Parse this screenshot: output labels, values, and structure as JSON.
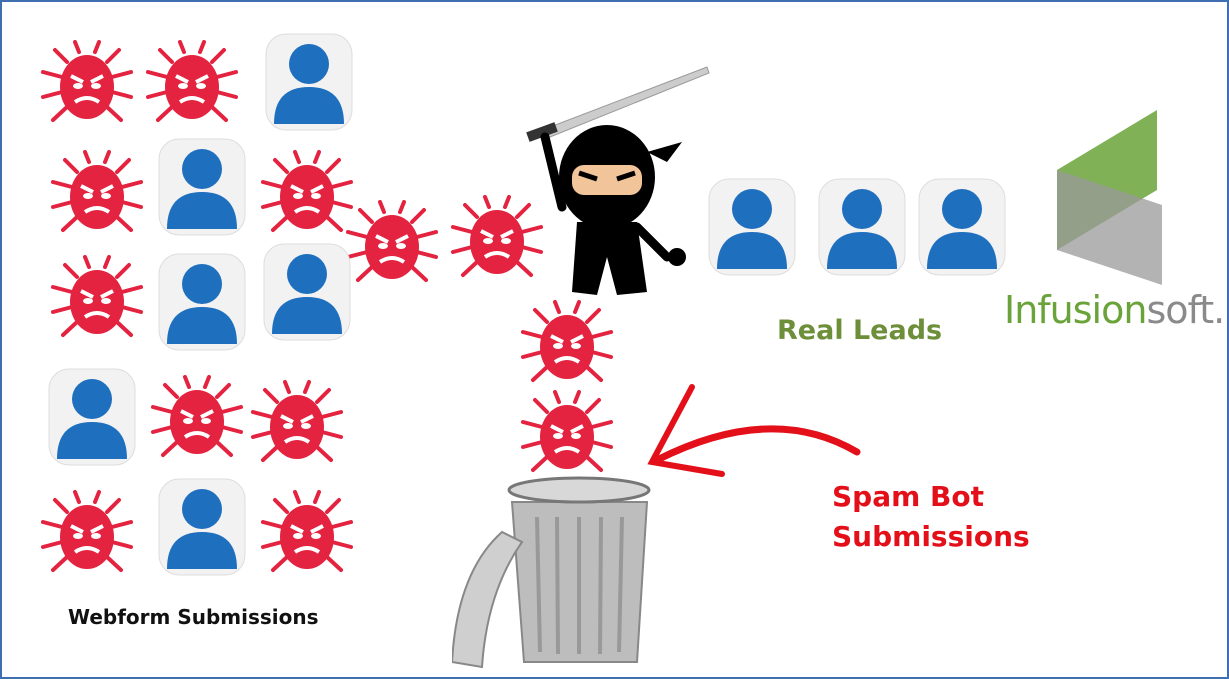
{
  "labels": {
    "webform": "Webform Submissions",
    "real_leads": "Real Leads",
    "spam_line1": "Spam Bot",
    "spam_line2": "Submissions"
  },
  "logo": {
    "text_part1": "Infusion",
    "text_part2": "soft."
  },
  "colors": {
    "bug": "#e3233f",
    "person": "#1f6fbf",
    "real_leads": "#6e8f3a",
    "spam": "#e3101a",
    "logo_green": "#6aa33a",
    "frame": "#3f6fb0"
  },
  "icons": [
    "bug-icon",
    "person-icon",
    "ninja-icon",
    "trash-can-icon",
    "arrow-icon",
    "infusionsoft-logo"
  ]
}
